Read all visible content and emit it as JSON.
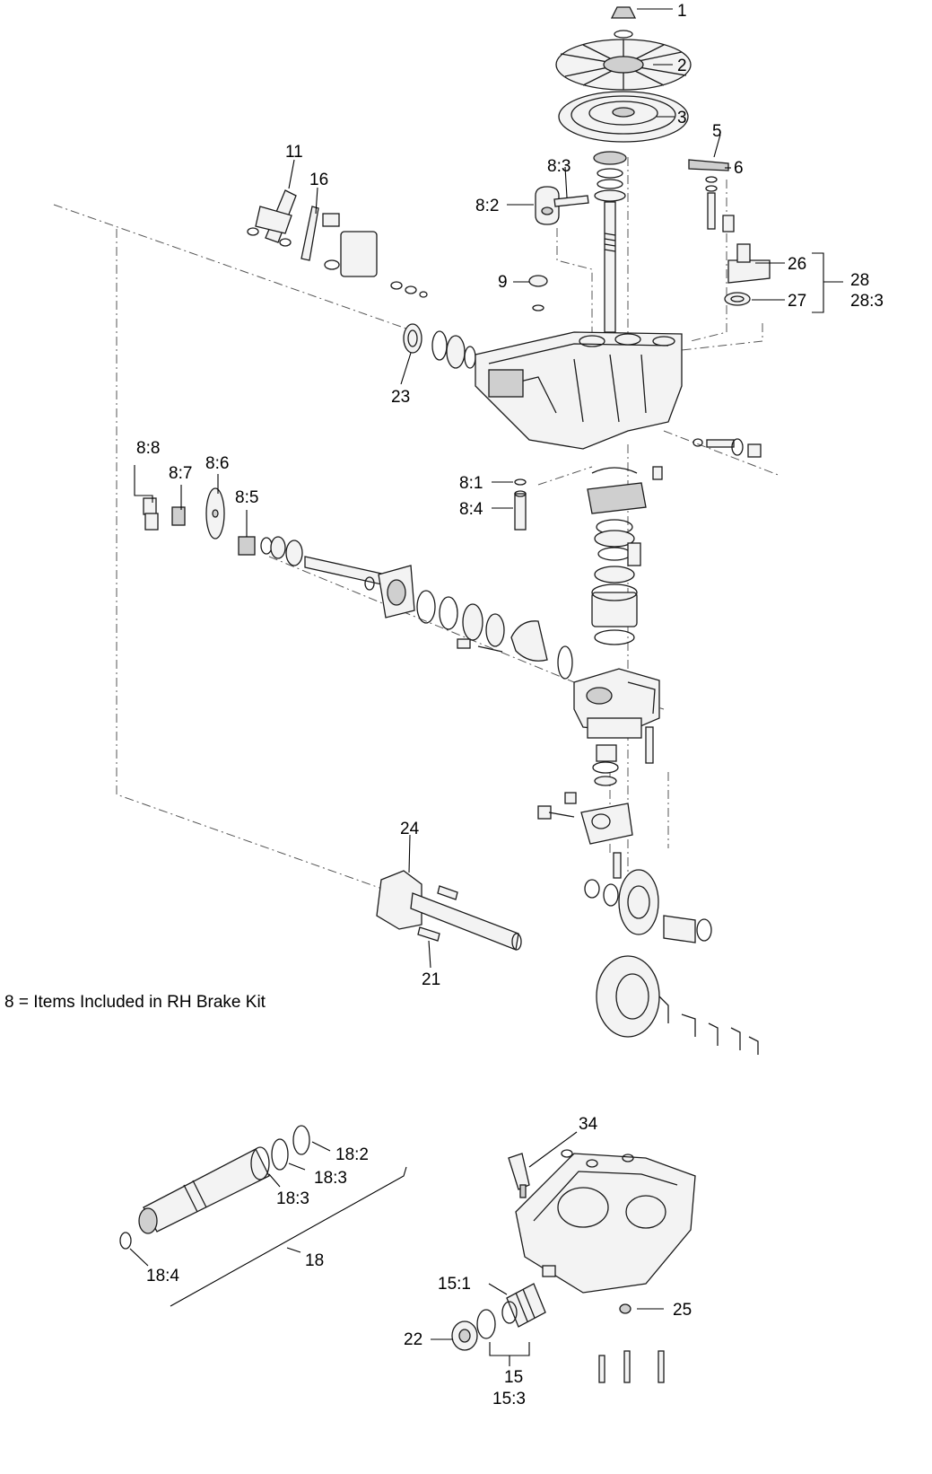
{
  "title": "",
  "note": "8 = Items Included in RH Brake Kit",
  "labels": {
    "p1": "1",
    "p2": "2",
    "p3": "3",
    "p5": "5",
    "p6": "6",
    "p8_3": "8:3",
    "p8_2": "8:2",
    "p11": "11",
    "p16": "16",
    "p9": "9",
    "p26": "26",
    "p27": "27",
    "p28": "28",
    "p28_3": "28:3",
    "p23": "23",
    "p8_8": "8:8",
    "p8_7": "8:7",
    "p8_6": "8:6",
    "p8_5": "8:5",
    "p8_1": "8:1",
    "p8_4": "8:4",
    "p24": "24",
    "p21": "21",
    "p34": "34",
    "p18_2": "18:2",
    "p18_3a": "18:3",
    "p18_3b": "18:3",
    "p18": "18",
    "p18_4": "18:4",
    "p15_1": "15:1",
    "p25": "25",
    "p22": "22",
    "p15": "15",
    "p15_3": "15:3"
  }
}
